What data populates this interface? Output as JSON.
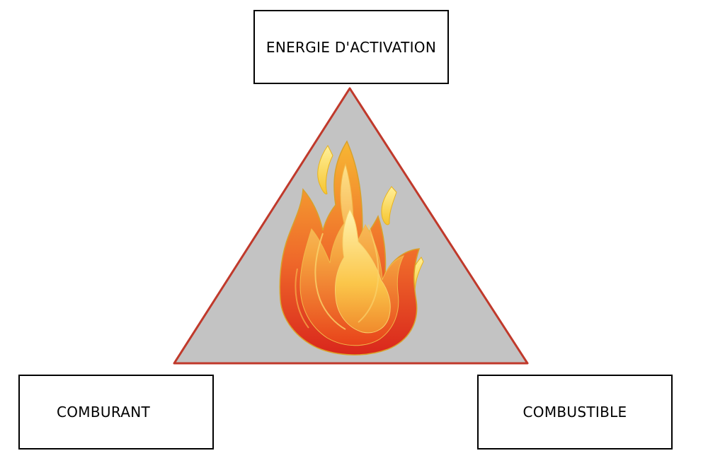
{
  "diagram": {
    "top_label": "ENERGIE D'ACTIVATION",
    "left_label": "COMBURANT",
    "right_label": "COMBUSTIBLE"
  },
  "colors": {
    "triangle_fill": "#c3c3c3",
    "triangle_stroke": "#c0392b",
    "flame_outer": "#e8431a",
    "flame_mid": "#f39c28",
    "flame_inner": "#fbd24a",
    "box_border": "#000000"
  },
  "icons": {
    "center": "flame-icon"
  }
}
